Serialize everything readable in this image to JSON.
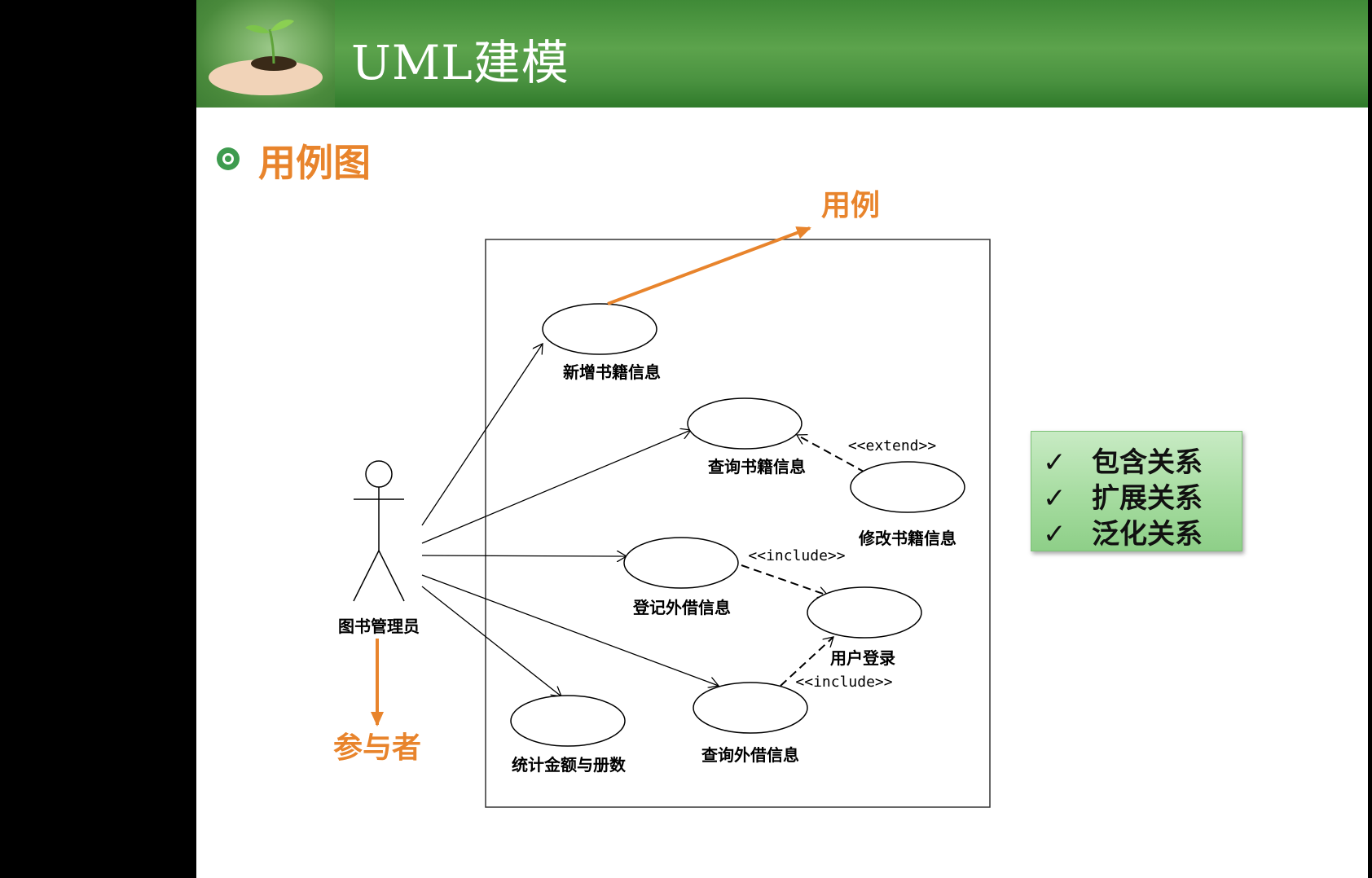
{
  "slide": {
    "title": "UML建模",
    "section_title": "用例图"
  },
  "diagram": {
    "actor": {
      "label": "图书管理员"
    },
    "use_cases": [
      {
        "id": "add",
        "label": "新增书籍信息"
      },
      {
        "id": "query",
        "label": "查询书籍信息"
      },
      {
        "id": "modify",
        "label": "修改书籍信息"
      },
      {
        "id": "register",
        "label": "登记外借信息"
      },
      {
        "id": "login",
        "label": "用户登录"
      },
      {
        "id": "stats",
        "label": "统计金额与册数"
      },
      {
        "id": "query_loan",
        "label": "查询外借信息"
      }
    ],
    "stereotypes": {
      "extend": "<<extend>>",
      "include_1": "<<include>>",
      "include_2": "<<include>>"
    },
    "annotations": {
      "use_case": "用例",
      "actor": "参与者"
    },
    "colors": {
      "annotation": "#e8842c",
      "header_green": "#4a9240"
    }
  },
  "relations": {
    "check_mark": "✓",
    "items": [
      "包含关系",
      "扩展关系",
      "泛化关系"
    ]
  }
}
